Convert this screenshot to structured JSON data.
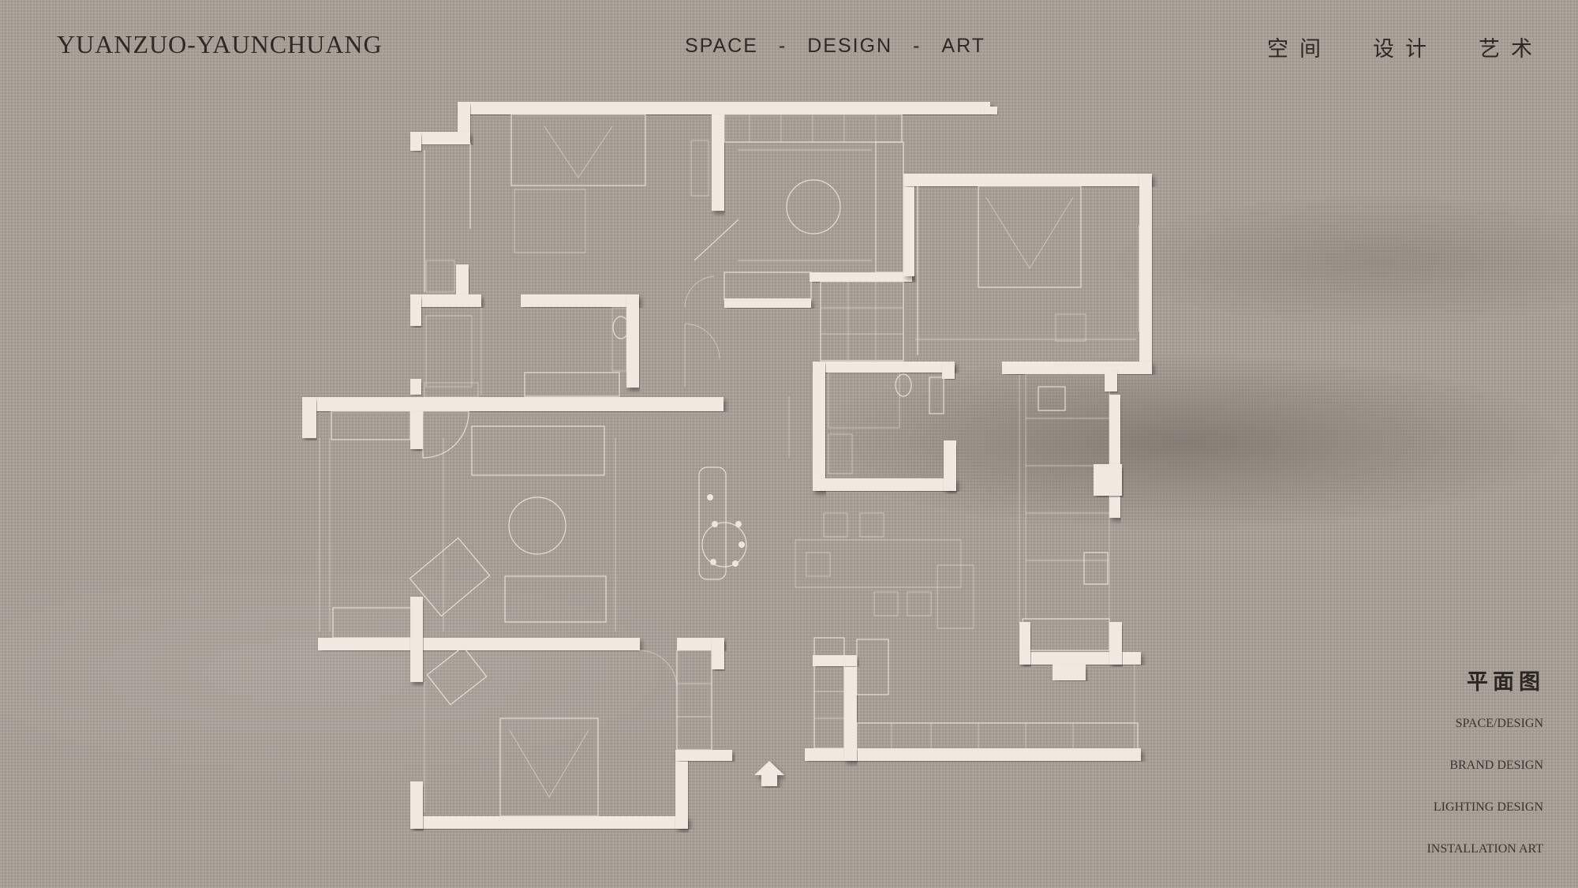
{
  "header": {
    "brand": "YUANZUO-YAUNCHUANG",
    "tagline": [
      "SPACE",
      "-",
      "DESIGN",
      "-",
      "ART"
    ],
    "cn_words": [
      "空间",
      "设计",
      "艺术"
    ]
  },
  "plan": {
    "title": "平面图",
    "services": [
      "SPACE/DESIGN",
      "BRAND DESIGN",
      "LIGHTING DESIGN",
      "INSTALLATION ART"
    ]
  },
  "colors": {
    "background": "#a6a096",
    "wall": "#efe9df",
    "text": "#2d2923"
  },
  "icons": [
    "entrance-arrow-icon"
  ]
}
